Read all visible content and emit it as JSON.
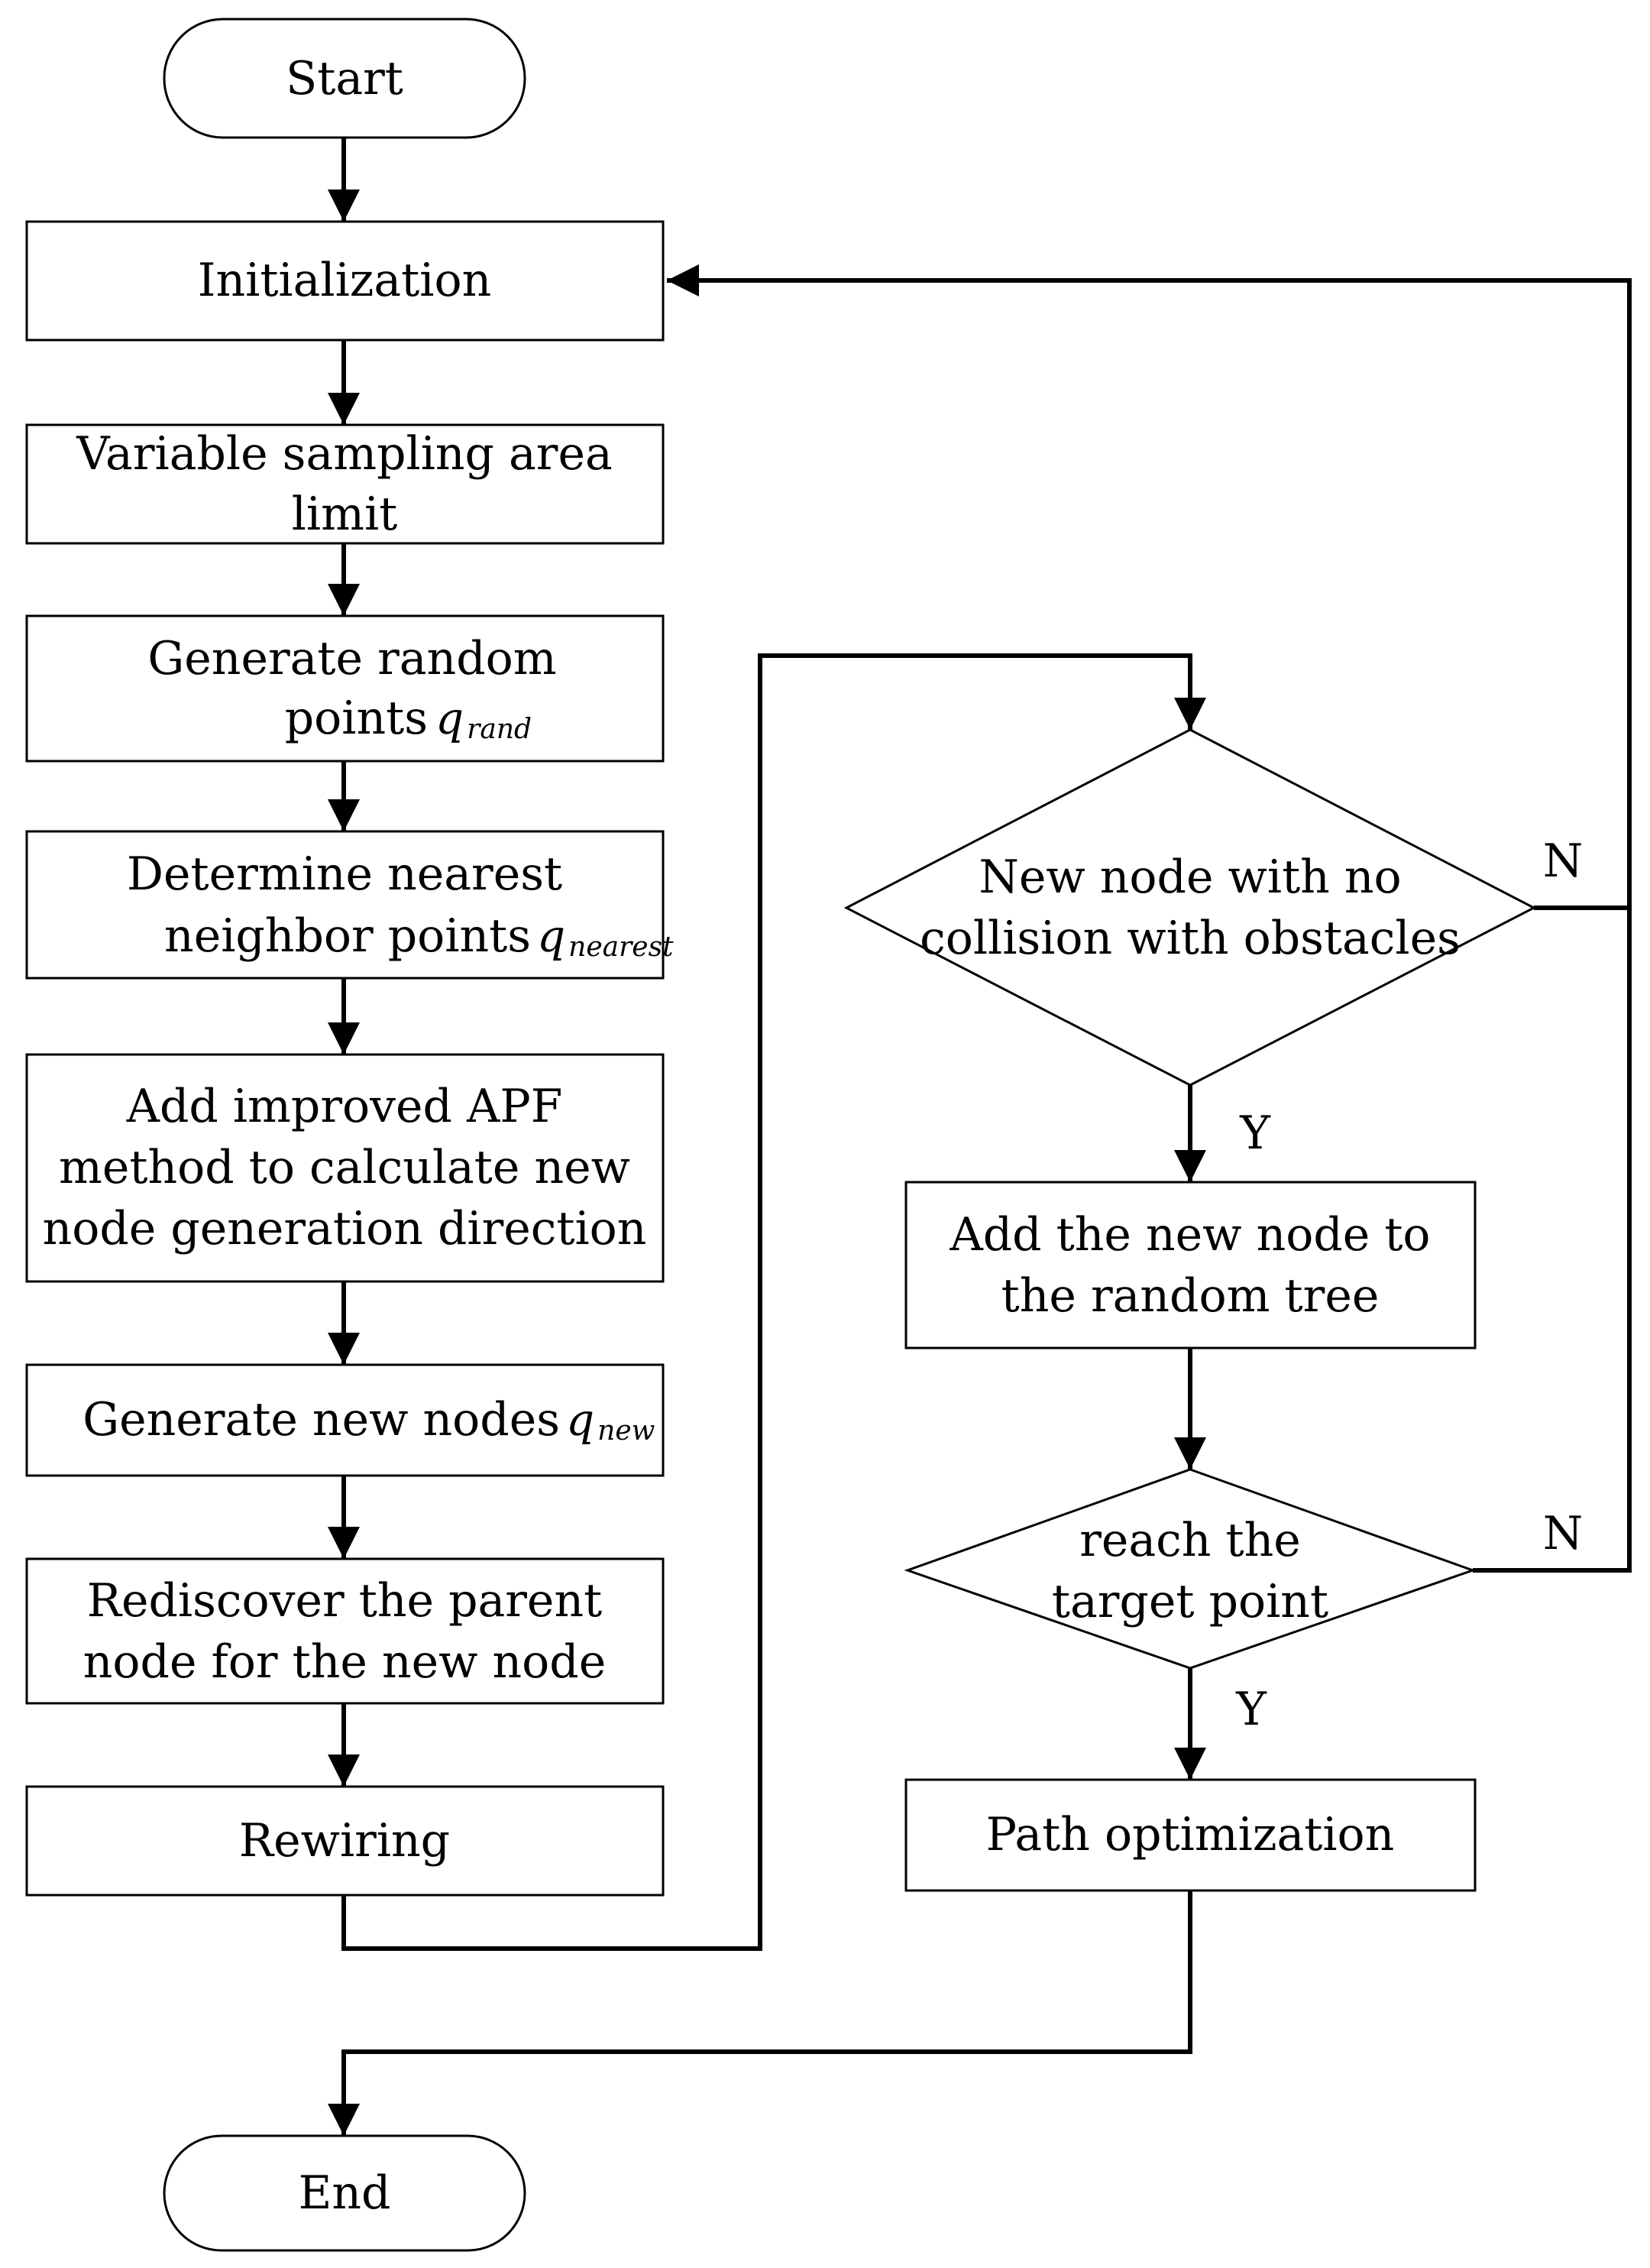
{
  "flowchart": {
    "nodes": {
      "start": {
        "text": "Start"
      },
      "init": {
        "text": "Initialization"
      },
      "limit": {
        "lines": [
          "Variable sampling area",
          "limit"
        ]
      },
      "random": {
        "lines": [
          "Generate random",
          "points "
        ],
        "var": "q",
        "sub": "rand"
      },
      "nearest": {
        "lines": [
          "Determine nearest",
          "neighbor points "
        ],
        "var": "q",
        "sub": "nearest"
      },
      "apf": {
        "lines": [
          "Add improved APF",
          "method to calculate new",
          "node generation direction"
        ]
      },
      "new_nodes": {
        "text": "Generate new nodes  ",
        "var": "q",
        "sub": "new"
      },
      "parent": {
        "lines": [
          "Rediscover the parent",
          "node for the new node"
        ]
      },
      "rewiring": {
        "text": "Rewiring"
      },
      "collision": {
        "lines": [
          "New node with no",
          "collision with obstacles"
        ]
      },
      "add_tree": {
        "lines": [
          "Add the new node to",
          "the random tree"
        ]
      },
      "target": {
        "lines": [
          "reach the",
          "target point"
        ]
      },
      "path_opt": {
        "text": "Path optimization"
      },
      "end": {
        "text": "End"
      }
    },
    "branch_labels": {
      "collision_yes": "Y",
      "collision_no": "N",
      "target_yes": "Y",
      "target_no": "N"
    }
  }
}
